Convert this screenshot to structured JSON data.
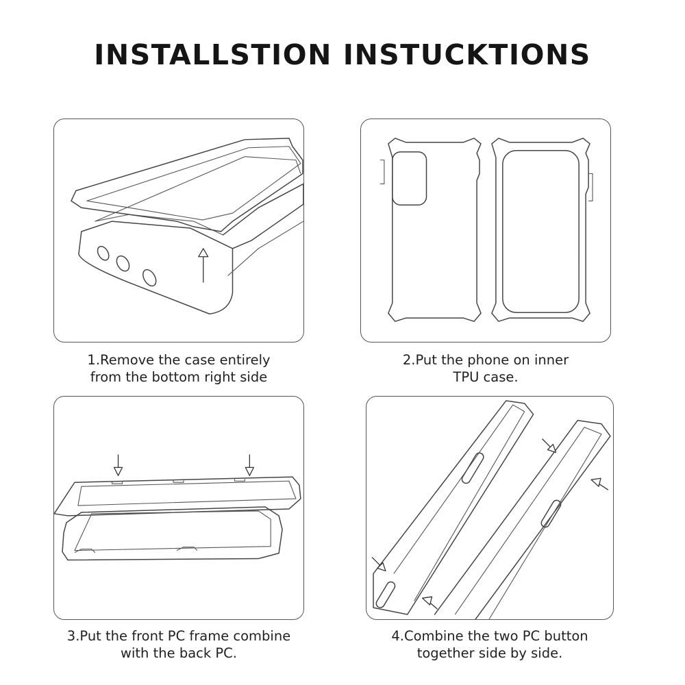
{
  "title": "INSTALLSTION INSTUCKTIONS",
  "steps": [
    {
      "line1": "1.Remove the case entirely",
      "line2": "from the bottom right side"
    },
    {
      "line1": "2.Put the phone on inner",
      "line2": "TPU case."
    },
    {
      "line1": "3.Put the front PC frame combine",
      "line2": "with the back PC."
    },
    {
      "line1": "4.Combine the two PC button",
      "line2": "together side by side."
    }
  ]
}
